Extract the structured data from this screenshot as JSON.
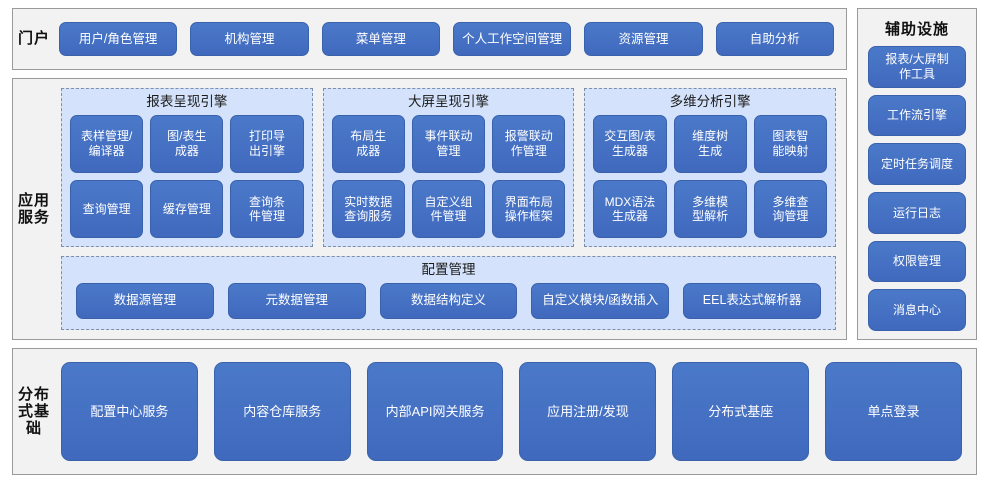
{
  "theme": {
    "button_blue": "#4472C4",
    "button_border": "#3A62AB",
    "panel_bg": "#F2F2F2",
    "panel_border": "#9A9A9A",
    "dashed_panel_bg": "#D4E3FB",
    "dashed_panel_border": "#7B8FAB",
    "text_dark": "#111111",
    "text_on_button": "#FFFFFF"
  },
  "portal": {
    "label": "门户",
    "items": [
      {
        "label": "用户/角色管理"
      },
      {
        "label": "机构管理"
      },
      {
        "label": "菜单管理"
      },
      {
        "label": "个人工作空间管理"
      },
      {
        "label": "资源管理"
      },
      {
        "label": "自助分析"
      }
    ]
  },
  "app_service": {
    "label": "应用服务",
    "engines": [
      {
        "title": "报表呈现引擎",
        "items": [
          {
            "label": "表样管理/\n编译器"
          },
          {
            "label": "图/表生\n成器"
          },
          {
            "label": "打印导\n出引擎"
          },
          {
            "label": "查询管理"
          },
          {
            "label": "缓存管理"
          },
          {
            "label": "查询条\n件管理"
          }
        ]
      },
      {
        "title": "大屏呈现引擎",
        "items": [
          {
            "label": "布局生\n成器"
          },
          {
            "label": "事件联动\n管理"
          },
          {
            "label": "报警联动\n作管理"
          },
          {
            "label": "实时数据\n查询服务"
          },
          {
            "label": "自定义组\n件管理"
          },
          {
            "label": "界面布局\n操作框架"
          }
        ]
      },
      {
        "title": "多维分析引擎",
        "items": [
          {
            "label": "交互图/表\n生成器"
          },
          {
            "label": "维度树\n生成"
          },
          {
            "label": "图表智\n能映射"
          },
          {
            "label": "MDX语法\n生成器"
          },
          {
            "label": "多维模\n型解析"
          },
          {
            "label": "多维查\n询管理"
          }
        ]
      }
    ],
    "config": {
      "title": "配置管理",
      "items": [
        {
          "label": "数据源管理"
        },
        {
          "label": "元数据管理"
        },
        {
          "label": "数据结构定义"
        },
        {
          "label": "自定义模块/函数插入"
        },
        {
          "label": "EEL表达式解析器"
        }
      ]
    }
  },
  "aux_facilities": {
    "title": "辅助设施",
    "items": [
      {
        "label": "报表/大屏制\n作工具"
      },
      {
        "label": "工作流引擎"
      },
      {
        "label": "定时任务调度"
      },
      {
        "label": "运行日志"
      },
      {
        "label": "权限管理"
      },
      {
        "label": "消息中心"
      }
    ]
  },
  "distributed_base": {
    "label": "分布式基础",
    "items": [
      {
        "label": "配置中心服务"
      },
      {
        "label": "内容仓库服务"
      },
      {
        "label": "内部API网关服务"
      },
      {
        "label": "应用注册/发现"
      },
      {
        "label": "分布式基座"
      },
      {
        "label": "单点登录"
      }
    ]
  }
}
